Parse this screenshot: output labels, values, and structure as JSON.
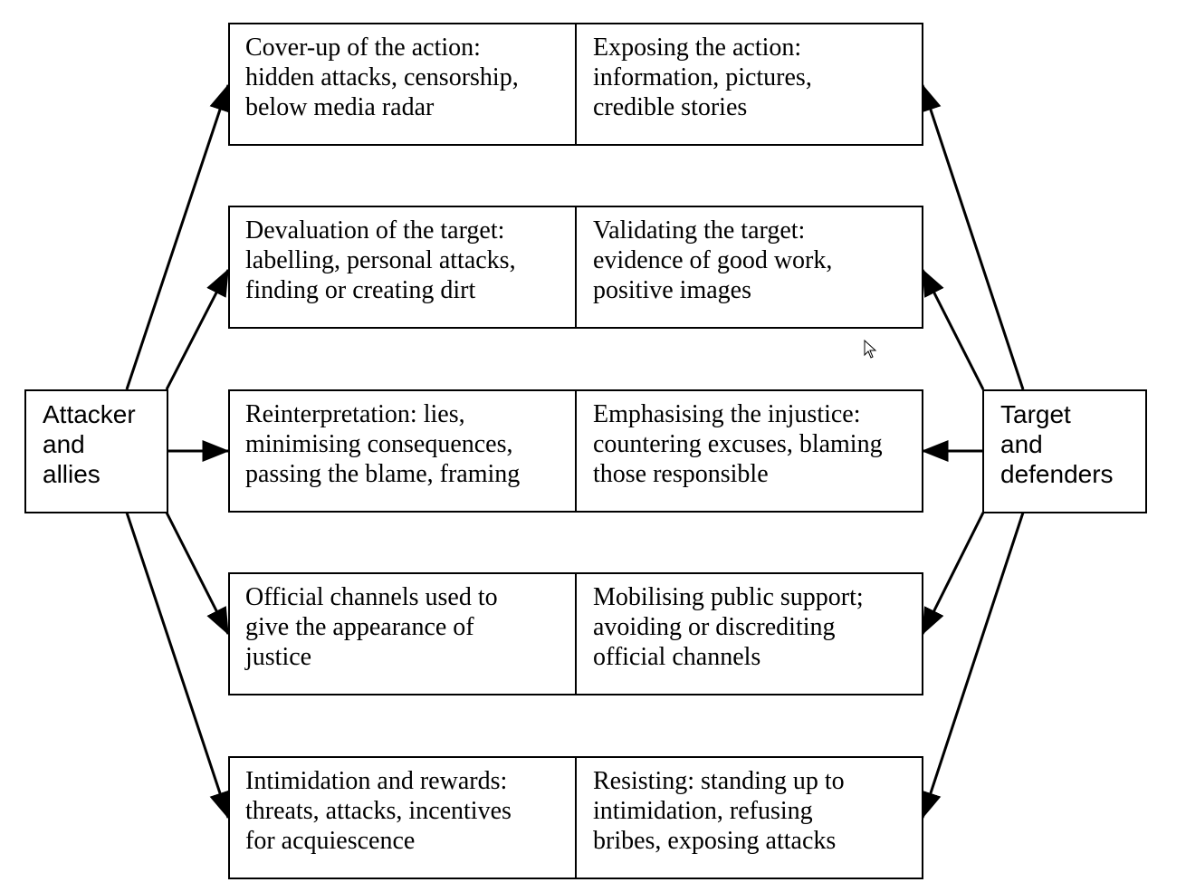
{
  "attacker": {
    "lines": [
      "Attacker",
      "and",
      "allies"
    ]
  },
  "target": {
    "lines": [
      "Target",
      "and",
      "defenders"
    ]
  },
  "rows": [
    {
      "attacker_tactic": [
        "Cover-up of the action:",
        "hidden attacks, censorship,",
        "below media radar"
      ],
      "target_response": [
        "Exposing the action:",
        "information, pictures,",
        "credible stories"
      ]
    },
    {
      "attacker_tactic": [
        "Devaluation of the target:",
        "labelling, personal attacks,",
        "finding or creating dirt"
      ],
      "target_response": [
        "Validating the target:",
        "evidence of good work,",
        "positive images"
      ]
    },
    {
      "attacker_tactic": [
        "Reinterpretation: lies,",
        "minimising consequences,",
        "passing the blame, framing"
      ],
      "target_response": [
        "Emphasising the injustice:",
        "countering excuses, blaming",
        "those responsible"
      ]
    },
    {
      "attacker_tactic": [
        "Official channels used to",
        "give the appearance of",
        "justice"
      ],
      "target_response": [
        "Mobilising public support;",
        "avoiding or discrediting",
        "official channels"
      ]
    },
    {
      "attacker_tactic": [
        "Intimidation and rewards:",
        "threats, attacks, incentives",
        "for acquiescence"
      ],
      "target_response": [
        "Resisting: standing up to",
        "intimidation, refusing",
        "bribes, exposing attacks"
      ]
    }
  ]
}
